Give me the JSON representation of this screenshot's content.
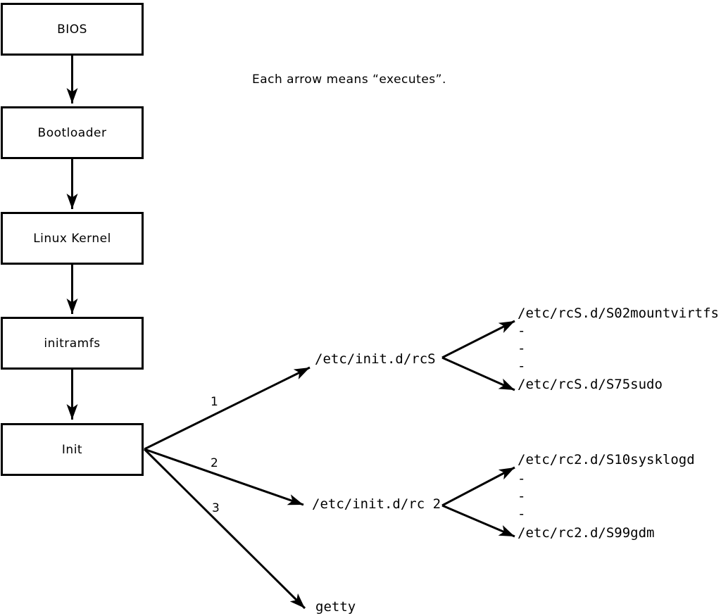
{
  "caption": "Each arrow means “executes”.",
  "boxes": [
    {
      "label": "BIOS"
    },
    {
      "label": "Bootloader"
    },
    {
      "label": "Linux Kernel"
    },
    {
      "label": "initramfs"
    },
    {
      "label": "Init"
    }
  ],
  "arrow_numbers": {
    "one": "1",
    "two": "2",
    "three": "3"
  },
  "targets": {
    "rcs": "/etc/init.d/rcS",
    "rc2": "/etc/init.d/rc 2",
    "getty": "getty"
  },
  "rcs_children": {
    "first": "/etc/rcS.d/S02mountvirtfs",
    "dashes": [
      "-",
      "-",
      "-"
    ],
    "last": "/etc/rcS.d/S75sudo"
  },
  "rc2_children": {
    "first": "/etc/rc2.d/S10sysklogd",
    "dashes": [
      "-",
      "-",
      "-"
    ],
    "last": "/etc/rc2.d/S99gdm"
  },
  "colors": {
    "line": "#000000",
    "background": "#ffffff"
  }
}
